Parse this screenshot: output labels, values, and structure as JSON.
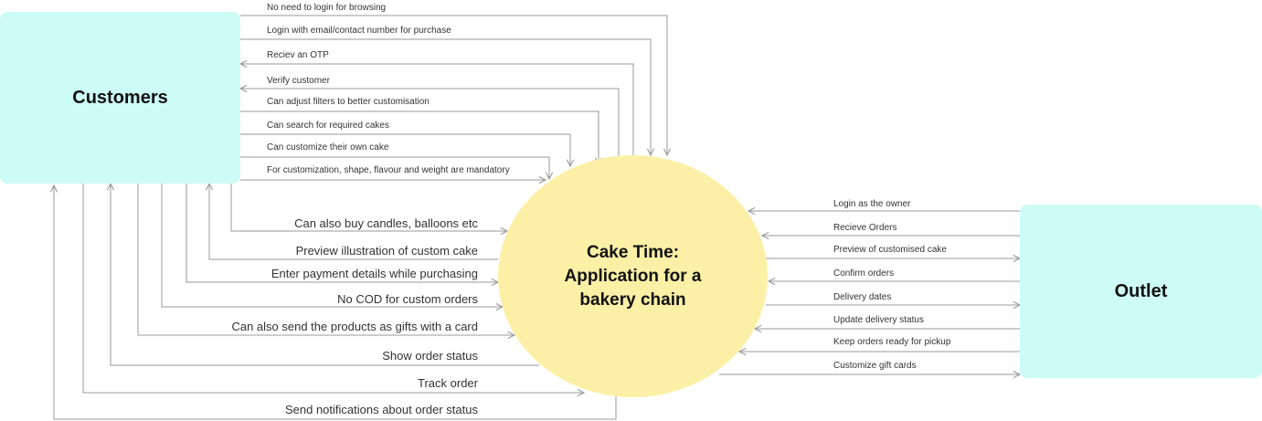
{
  "customers": {
    "title": "Customers"
  },
  "outlet": {
    "title": "Outlet"
  },
  "center": {
    "line1": "Cake Time:",
    "line2": "Application for a",
    "line3": "bakery chain"
  },
  "customer_top_flows": [
    "No need to login for browsing",
    "Login with email/contact number for purchase",
    "Reciev an OTP",
    "Verify customer",
    "Can adjust filters to better customisation",
    "Can search for required cakes",
    "Can customize their own cake",
    "For customization, shape, flavour and weight are mandatory"
  ],
  "customer_bottom_flows": [
    "Can also buy candles, balloons etc",
    "Preview illustration of custom cake",
    "Enter payment details while purchasing",
    "No COD for custom orders",
    "Can also send the products as gifts with a card",
    "Show order status",
    "Track order",
    "Send notifications about order status"
  ],
  "outlet_flows": [
    "Login as the owner",
    "Recieve Orders",
    "Preview of customised cake",
    "Confirm orders",
    "Delivery dates",
    "Update delivery status",
    "Keep orders ready for pickup",
    "Customize gift cards"
  ],
  "colors": {
    "node_fill": "#cdfbf6",
    "center_fill": "#fbf0a6",
    "line": "#9a9a9a"
  }
}
